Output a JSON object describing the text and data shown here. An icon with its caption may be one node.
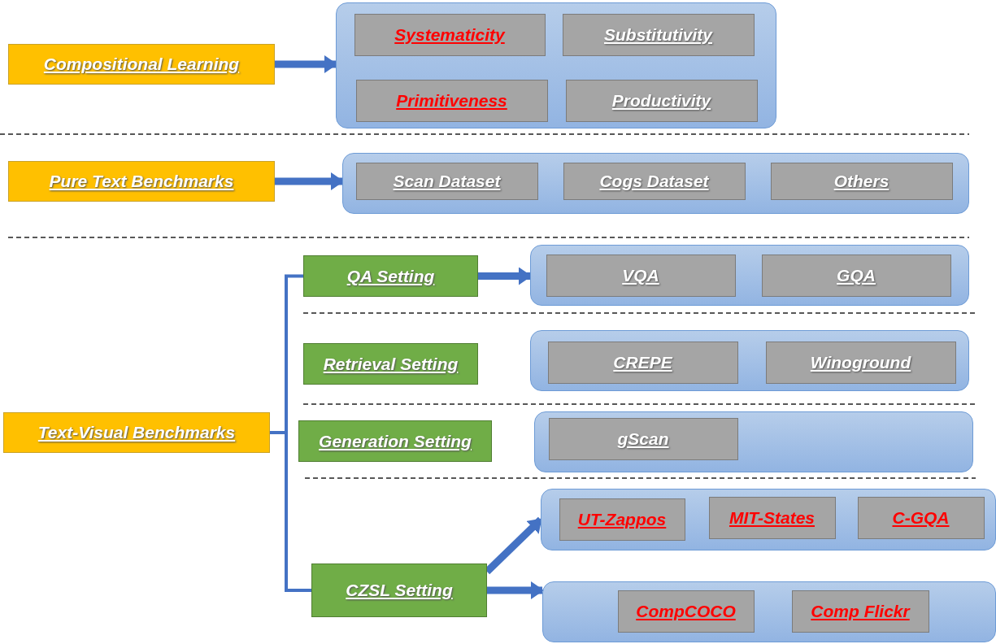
{
  "diagram": {
    "nodes": [
      {
        "text": [
          "Compositional Learning"
        ]
      },
      {
        "text": [],
        "shape": "box"
      },
      {
        "text": [
          "Systematicity"
        ],
        "in": 1
      },
      {
        "text": [
          "Substitutivity"
        ],
        "in": 1
      },
      {
        "text": [
          "Primitiveness"
        ],
        "in": 1
      },
      {
        "text": [
          "Productivity"
        ],
        "in": 1
      },
      {
        "text": [
          "Pure Text Benchmarks"
        ]
      },
      {
        "text": [],
        "shape": "box"
      },
      {
        "text": [
          "Scan Dataset"
        ],
        "in": 7
      },
      {
        "text": [
          "Cogs Dataset"
        ],
        "in": 7
      },
      {
        "text": [
          "Others"
        ],
        "in": 7
      },
      {
        "text": [
          "Text-Visual Benchmarks"
        ]
      },
      {
        "text": [
          "QA Setting"
        ]
      },
      {
        "text": [],
        "shape": "box"
      },
      {
        "text": [
          "VQA"
        ],
        "in": 13
      },
      {
        "text": [
          "GQA"
        ],
        "in": 13
      },
      {
        "text": [
          "Retrieval Setting"
        ]
      },
      {
        "text": [],
        "shape": "box"
      },
      {
        "text": [
          "CREPE"
        ],
        "in": 17
      },
      {
        "text": [
          "Winoground"
        ],
        "in": 17
      },
      {
        "text": [
          "Generation Setting"
        ]
      },
      {
        "text": [],
        "shape": "box"
      },
      {
        "text": [
          "gScan"
        ],
        "in": 21
      },
      {
        "text": [
          "CZSL Setting"
        ]
      },
      {
        "text": [],
        "shape": "box"
      },
      {
        "text": [
          "UT-Zappos"
        ],
        "in": 24
      },
      {
        "text": [
          "MIT-States"
        ],
        "in": 24
      },
      {
        "text": [
          "C-GQA"
        ],
        "in": 24
      },
      {
        "text": [],
        "shape": "box"
      },
      {
        "text": [
          "CompCOCO"
        ],
        "in": 28
      },
      {
        "text": [
          "Comp Flickr"
        ],
        "in": 28
      }
    ],
    "edges": [
      {
        "from": 0,
        "to": 1,
        "arrow": "to"
      },
      {
        "from": 6,
        "to": 7,
        "arrow": "to"
      },
      {
        "from": 12,
        "to": 13,
        "arrow": "to"
      },
      {
        "from": 23,
        "to": 24,
        "arrow": "to"
      },
      {
        "from": 23,
        "to": 28,
        "arrow": "to"
      },
      {
        "from": 11,
        "to": 12,
        "arrow": "none"
      },
      {
        "from": 11,
        "to": 23,
        "arrow": "none"
      }
    ]
  }
}
